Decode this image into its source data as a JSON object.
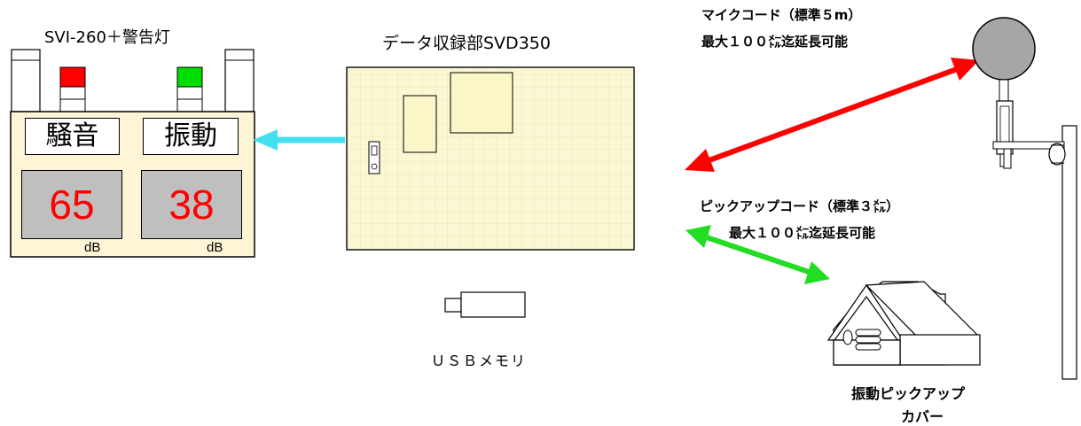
{
  "display": {
    "title": "SVI-260＋警告灯",
    "noise_label": "騒音",
    "vibration_label": "振動",
    "noise_value": "65",
    "vibration_value": "38",
    "unit_left": "dB",
    "unit_right": "dB",
    "lamp_red": "#ff0000",
    "lamp_green": "#00dd00"
  },
  "recorder": {
    "title": "データ収録部SVD350"
  },
  "usb": {
    "label": "ＵＳＢメモリ"
  },
  "mic": {
    "cable_line1": "マイクコード（標準５m）",
    "cable_line2": "最大１００㍍迄延長可能"
  },
  "pickup": {
    "cable_line1": "ピックアップコード（標準３㍍）",
    "cable_line2": "最大１００㍍迄延長可能",
    "cover_line1": "振動ピックアップ",
    "cover_line2": "カバー"
  },
  "colors": {
    "arrow_display": "#44e0f0",
    "arrow_mic": "#ff0000",
    "arrow_pickup": "#22dd22",
    "panel_bg": "#fdf5d6",
    "recorder_bg": "#fbf7d2"
  }
}
